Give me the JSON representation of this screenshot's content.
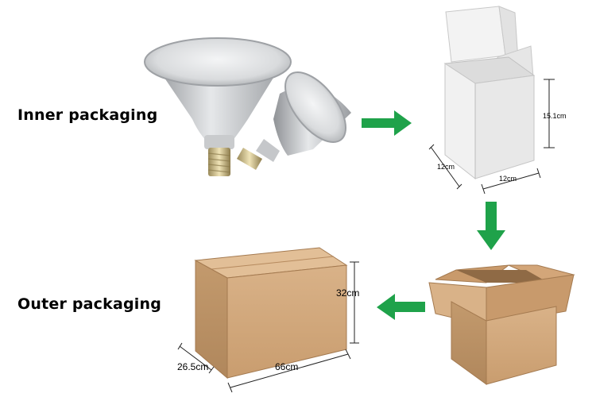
{
  "labels": {
    "inner": "Inner packaging",
    "outer": "Outer packaging"
  },
  "inner_box_dims": {
    "height": "15.1cm",
    "width": "12cm",
    "depth": "12cm"
  },
  "outer_box_dims": {
    "height": "32cm",
    "length": "66cm",
    "depth": "26.5cm"
  },
  "colors": {
    "arrow": "#1fa24a",
    "cardboard": "#d2a77a",
    "white_box": "#eeeeee",
    "bulb_silver": "#c7c9cb"
  }
}
